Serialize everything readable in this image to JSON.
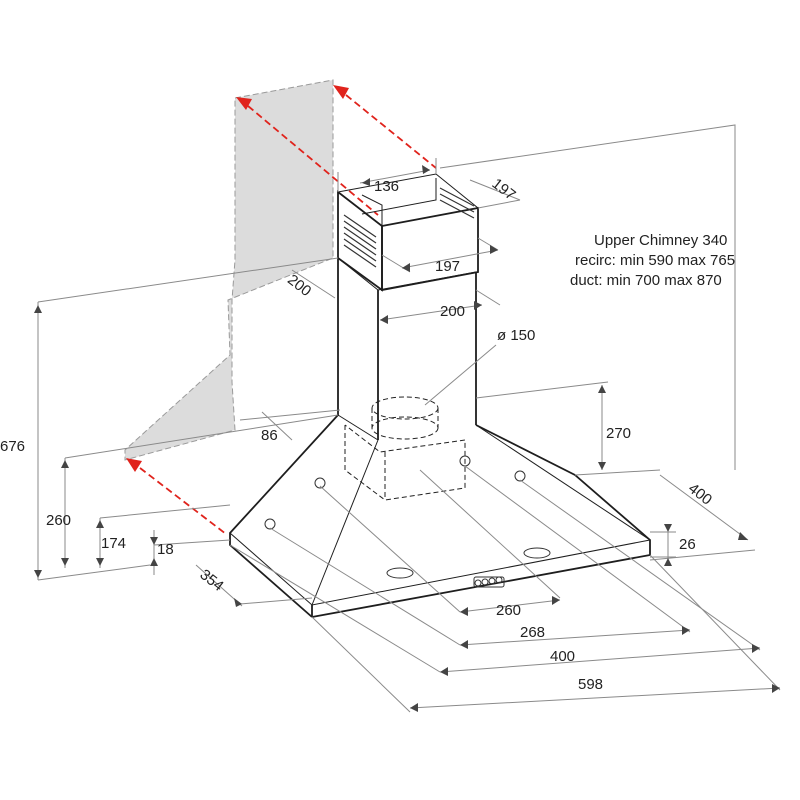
{
  "diagram": {
    "note": {
      "line1": "Upper Chimney 340",
      "line2": "recirc: min 590 max 765",
      "line3": "duct: min 700 max 870"
    },
    "dimensions": {
      "chimney_top_width": "136",
      "chimney_top_depth": "197",
      "chimney_side_width": "197",
      "chimney_front_width": "200",
      "chimney_side_depth": "200",
      "duct_diameter": "ø 150",
      "wall_offset": "86",
      "canopy_top_height": "270",
      "total_height": "676",
      "mount_height": "260",
      "canopy_height": "174",
      "base_height": "18",
      "side_depth": "354",
      "right_depth": "400",
      "rim_height": "26",
      "hole_spacing_inner": "260",
      "hole_spacing_outer": "268",
      "body_width": "400",
      "overall_width": "598"
    }
  }
}
